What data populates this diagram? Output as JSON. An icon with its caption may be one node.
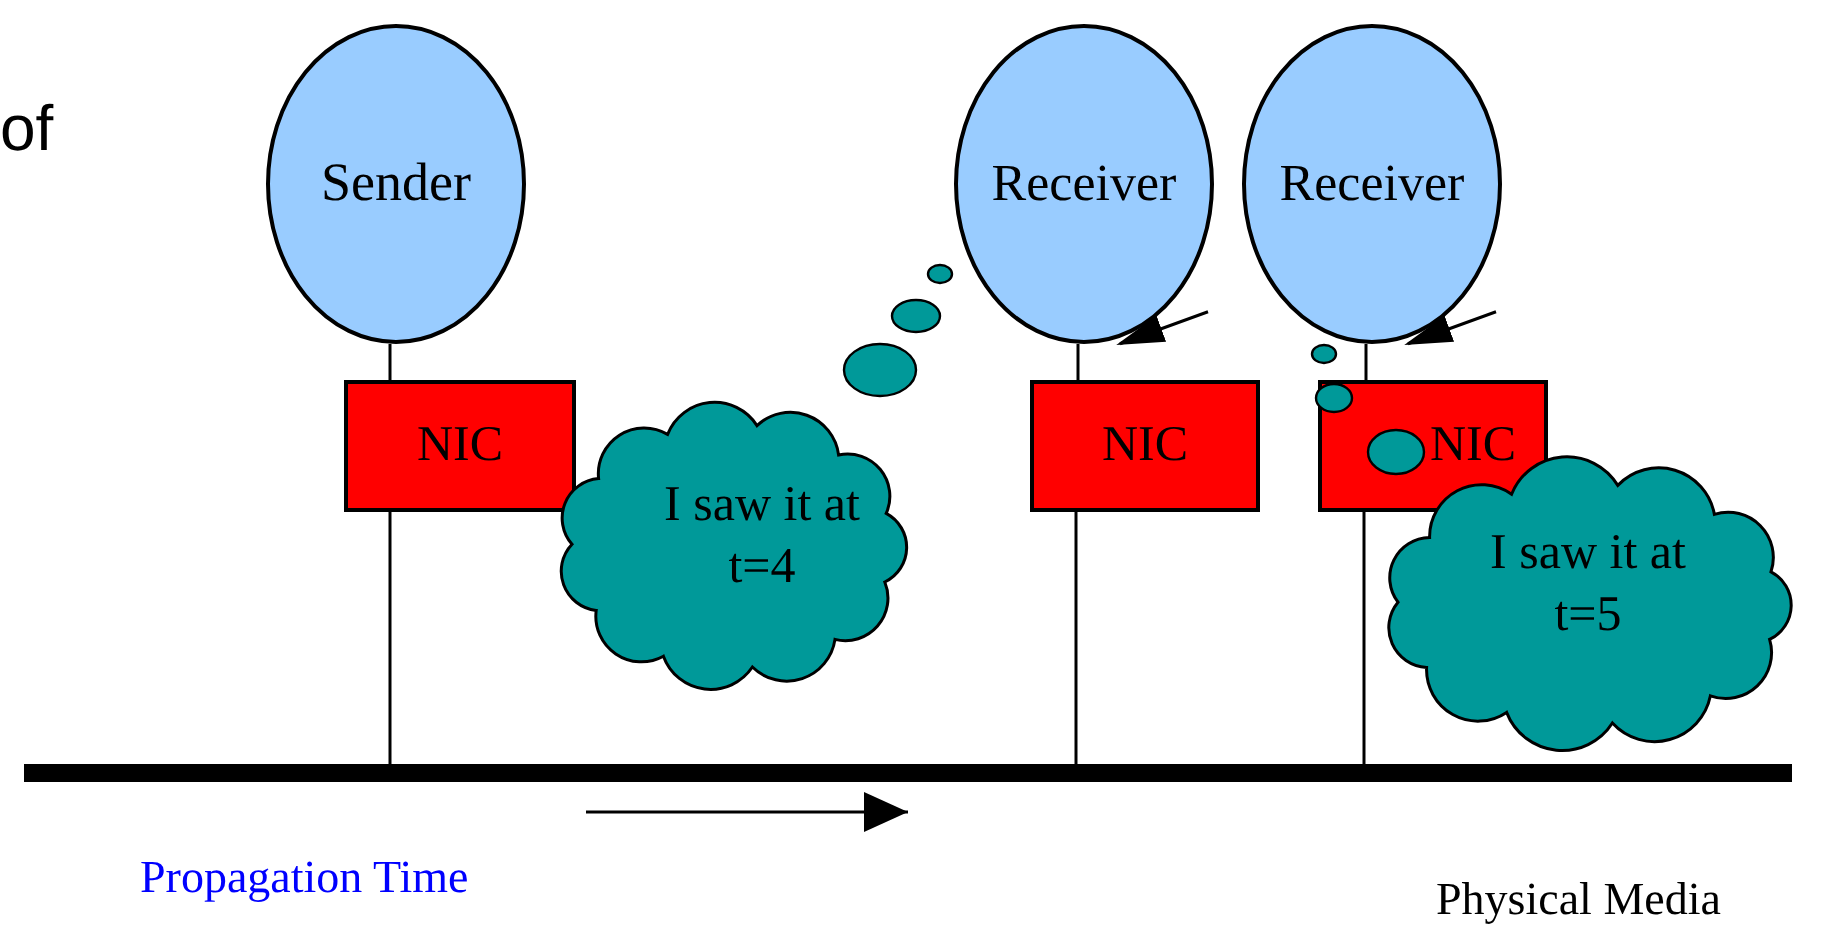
{
  "diagram": {
    "nodes": [
      {
        "text": [
          "Sender"
        ]
      },
      {
        "text": [
          "NIC"
        ]
      },
      {
        "text": [
          "Receiver"
        ]
      },
      {
        "text": [
          "Receiver"
        ]
      },
      {
        "text": [
          "NIC"
        ]
      },
      {
        "text": [
          "NIC"
        ]
      },
      {
        "text": [
          "I saw it at t=4"
        ]
      },
      {
        "text": [
          "I saw it at t=5"
        ]
      },
      {
        "text": [],
        "shape": "bar",
        "beside": [
          "Physical Media"
        ]
      }
    ],
    "edges": [
      {
        "from": 0,
        "to": 1,
        "arrow": "none"
      },
      {
        "from": 1,
        "to": 8,
        "arrow": "none"
      },
      {
        "from": 2,
        "to": 4,
        "arrow": "none"
      },
      {
        "from": 4,
        "to": 8,
        "arrow": "none"
      },
      {
        "from": 3,
        "to": 5,
        "arrow": "none"
      },
      {
        "from": 5,
        "to": 8,
        "arrow": "none"
      },
      {
        "from": null,
        "to": 2,
        "arrow": "to"
      },
      {
        "from": null,
        "to": 3,
        "arrow": "to"
      }
    ],
    "labels": [
      "of",
      "Propagation Time"
    ]
  }
}
